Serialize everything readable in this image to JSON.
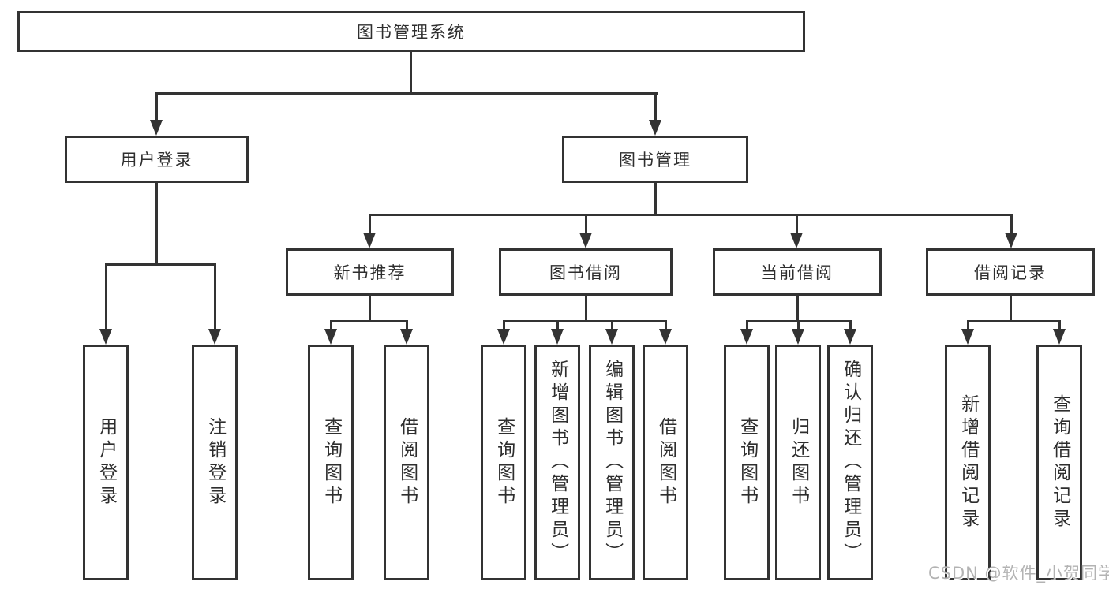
{
  "nodes": {
    "root": "图书管理系统",
    "user_login": "用户登录",
    "book_management": "图书管理",
    "new_book_recommend": "新书推荐",
    "book_borrowing": "图书借阅",
    "current_borrowing": "当前借阅",
    "borrowing_records": "借阅记录",
    "ul_user_login": "用户登录",
    "ul_logout": "注销登录",
    "nb_query_books": "查询图书",
    "nb_borrow_books": "借阅图书",
    "bb_query_books": "查询图书",
    "bb_add_books": "新增图书（管理员）",
    "bb_edit_books": "编辑图书（管理员）",
    "bb_borrow_books": "借阅图书",
    "cb_query_books": "查询图书",
    "cb_return_books": "归还图书",
    "cb_confirm_return": "确认归还（管理员）",
    "br_add_record": "新增借阅记录",
    "br_query_record": "查询借阅记录"
  },
  "hierarchy": {
    "图书管理系统": {
      "用户登录": [
        "用户登录",
        "注销登录"
      ],
      "图书管理": {
        "新书推荐": [
          "查询图书",
          "借阅图书"
        ],
        "图书借阅": [
          "查询图书",
          "新增图书（管理员）",
          "编辑图书（管理员）",
          "借阅图书"
        ],
        "当前借阅": [
          "查询图书",
          "归还图书",
          "确认归还（管理员）"
        ],
        "借阅记录": [
          "新增借阅记录",
          "查询借阅记录"
        ]
      }
    }
  },
  "watermark": "CSDN @软件_小贺同学",
  "colors": {
    "line": "#333333",
    "text": "#2e2e2e",
    "watermark": "#b3b3b3",
    "background": "#ffffff"
  }
}
